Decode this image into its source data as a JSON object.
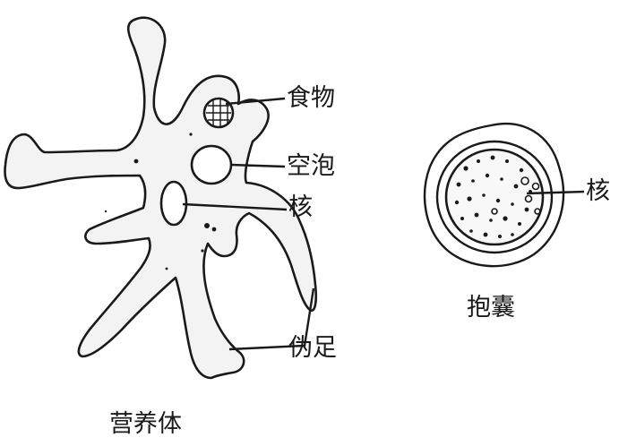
{
  "trophozoite": {
    "caption": "营养体",
    "labels": {
      "food": "食物",
      "vacuole": "空泡",
      "nucleus": "核",
      "pseudopod": "伪足"
    }
  },
  "cyst": {
    "caption": "抱囊",
    "labels": {
      "nucleus": "核"
    }
  },
  "colors": {
    "ink": "#1a1a1a",
    "cell_fill": "#f3f3f3"
  }
}
